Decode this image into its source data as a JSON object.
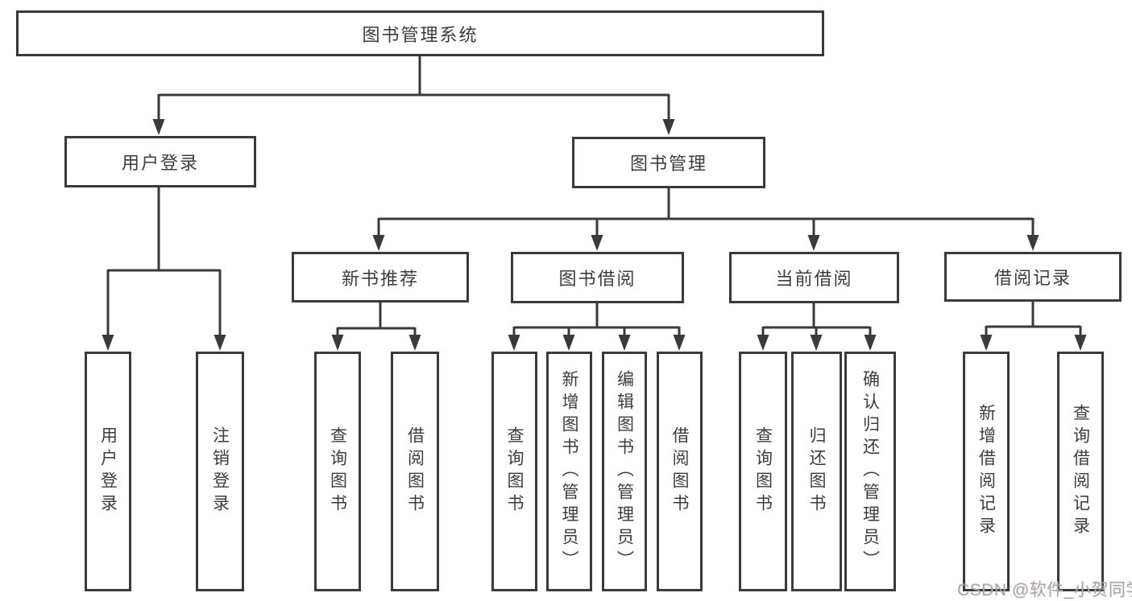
{
  "title": "图书管理系统",
  "watermark": "CSDN @软件_小贺同学",
  "colors": {
    "background": "#ffffff",
    "box_border": "#3a3a3a",
    "connector_line": "#3a3a3a",
    "text": "#3d3d3d",
    "watermark_text": "#a6a6a6"
  },
  "tree": {
    "root": {
      "label": "图书管理系统"
    },
    "branches": [
      {
        "label": "用户登录",
        "children": [
          {
            "label": "用户登录"
          },
          {
            "label": "注销登录"
          }
        ]
      },
      {
        "label": "图书管理",
        "children": [
          {
            "label": "新书推荐",
            "children": [
              {
                "label": "查询图书"
              },
              {
                "label": "借阅图书"
              }
            ]
          },
          {
            "label": "图书借阅",
            "children": [
              {
                "label": "查询图书"
              },
              {
                "label": "新增图书（管理员）"
              },
              {
                "label": "编辑图书（管理员）"
              },
              {
                "label": "借阅图书"
              }
            ]
          },
          {
            "label": "当前借阅",
            "children": [
              {
                "label": "查询图书"
              },
              {
                "label": "归还图书"
              },
              {
                "label": "确认归还（管理员）"
              }
            ]
          },
          {
            "label": "借阅记录",
            "children": [
              {
                "label": "新增借阅记录"
              },
              {
                "label": "查询借阅记录"
              }
            ]
          }
        ]
      }
    ]
  }
}
